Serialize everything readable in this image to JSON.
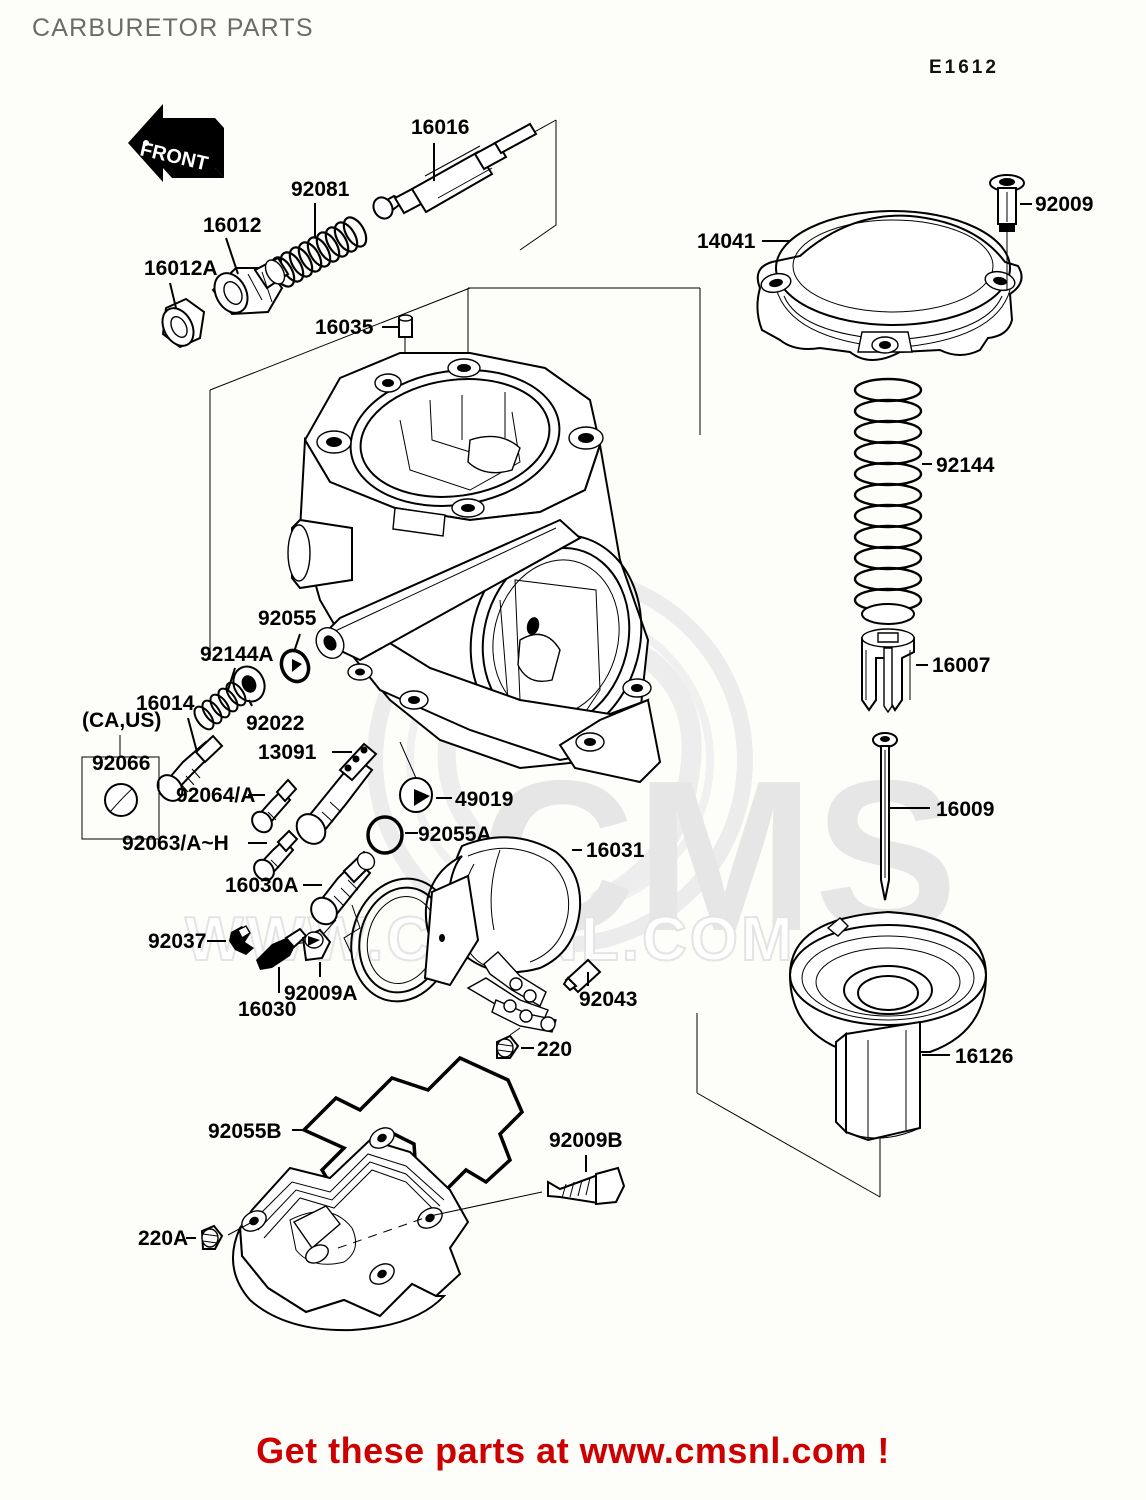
{
  "document": {
    "title": "CARBURETOR PARTS",
    "reference_code": "E1612",
    "footer": "Get these parts at www.cmsnl.com !",
    "orientation_marker": "FRONT",
    "region_note": "(CA,US)",
    "watermark_logo": "CMS",
    "watermark_url": "WWW.CMSNL.COM"
  },
  "parts": {
    "p_16016": "16016",
    "p_92081": "92081",
    "p_16012": "16012",
    "p_16012A": "16012A",
    "p_16035": "16035",
    "p_14041": "14041",
    "p_92009": "92009",
    "p_92144": "92144",
    "p_16007": "16007",
    "p_16009": "16009",
    "p_16126": "16126",
    "p_92055": "92055",
    "p_92144A": "92144A",
    "p_16014": "16014",
    "p_92022": "92022",
    "p_13091": "13091",
    "p_92064A": "92064/A",
    "p_92063AH": "92063/A~H",
    "p_92066": "92066",
    "p_49019": "49019",
    "p_92055A": "92055A",
    "p_16031": "16031",
    "p_16030A": "16030A",
    "p_92037": "92037",
    "p_92009A": "92009A",
    "p_16030": "16030",
    "p_92043": "92043",
    "p_220": "220",
    "p_92055B": "92055B",
    "p_92009B": "92009B",
    "p_220A": "220A"
  }
}
